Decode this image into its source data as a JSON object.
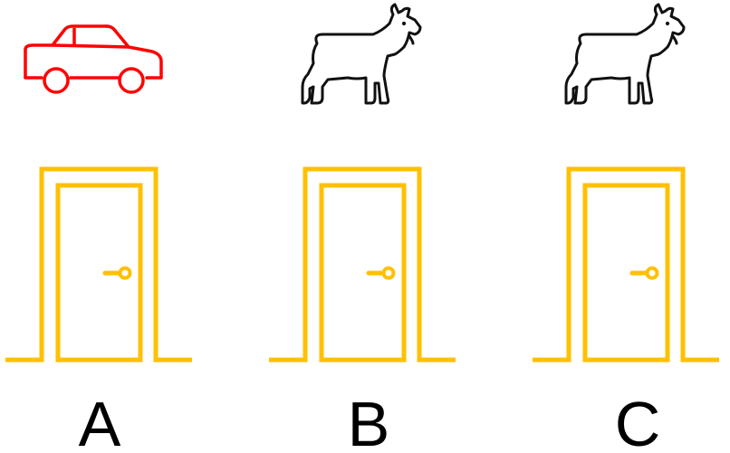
{
  "colors": {
    "car": "#ff0000",
    "goat": "#111111",
    "door": "#ffc000",
    "label": "#000000"
  },
  "doors": [
    {
      "label": "A",
      "prize": "car",
      "icon": "car-icon"
    },
    {
      "label": "B",
      "prize": "goat",
      "icon": "goat-icon"
    },
    {
      "label": "C",
      "prize": "goat",
      "icon": "goat-icon"
    }
  ]
}
